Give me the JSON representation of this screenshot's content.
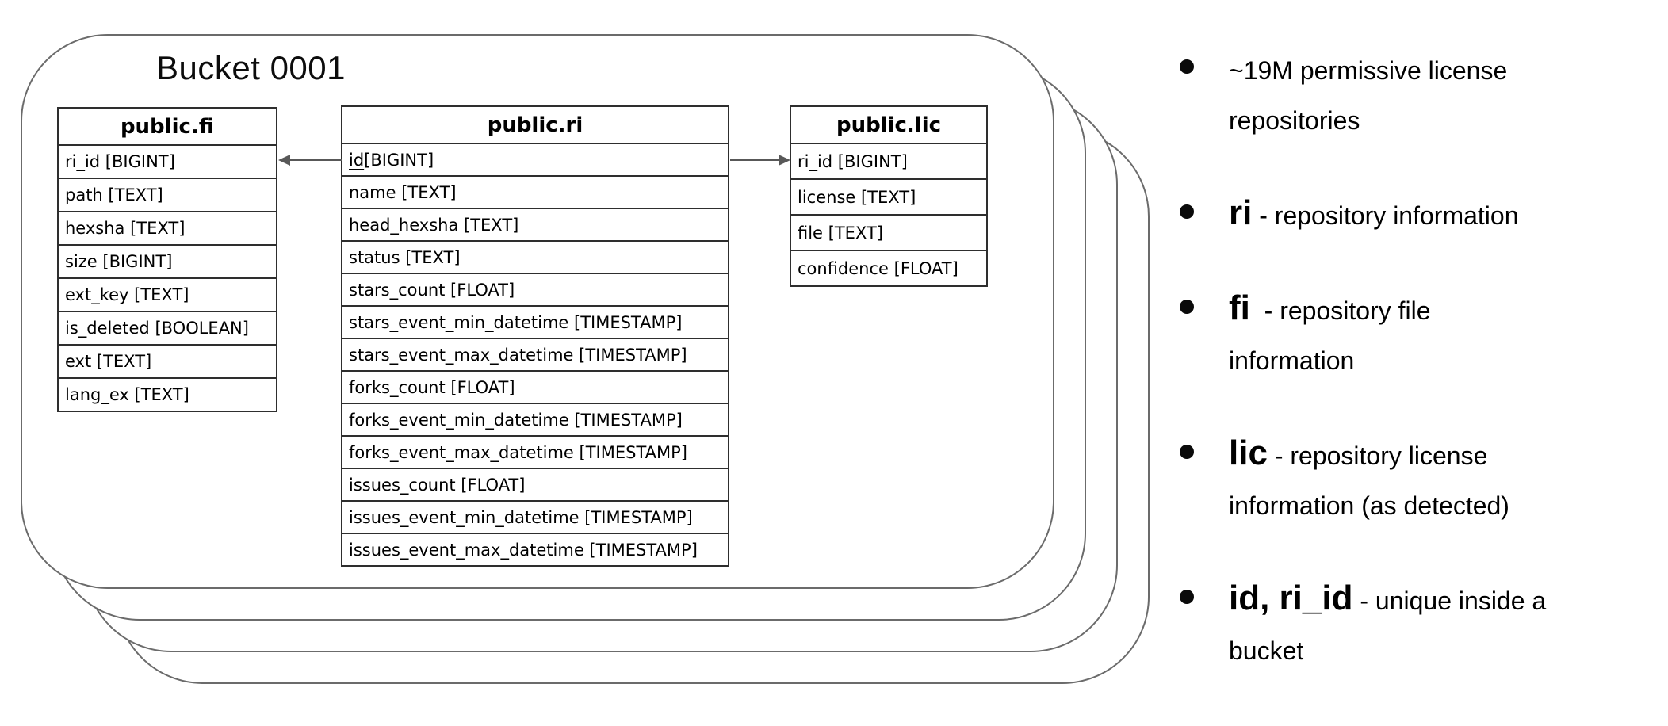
{
  "bucket": {
    "title": "Bucket 0001"
  },
  "tables": {
    "fi": {
      "header": "public.fi",
      "rows": [
        "ri_id [BIGINT]",
        "path [TEXT]",
        "hexsha [TEXT]",
        "size [BIGINT]",
        "ext_key [TEXT]",
        "is_deleted [BOOLEAN]",
        "ext [TEXT]",
        "lang_ex [TEXT]"
      ]
    },
    "ri": {
      "header": "public.ri",
      "pk_key": "id",
      "pk_rest": " [BIGINT]",
      "rows": [
        "name [TEXT]",
        "head_hexsha [TEXT]",
        "status [TEXT]",
        "stars_count [FLOAT]",
        "stars_event_min_datetime [TIMESTAMP]",
        "stars_event_max_datetime [TIMESTAMP]",
        "forks_count [FLOAT]",
        "forks_event_min_datetime [TIMESTAMP]",
        "forks_event_max_datetime [TIMESTAMP]",
        "issues_count [FLOAT]",
        "issues_event_min_datetime [TIMESTAMP]",
        "issues_event_max_datetime [TIMESTAMP]"
      ]
    },
    "lic": {
      "header": "public.lic",
      "rows": [
        "ri_id [BIGINT]",
        "license [TEXT]",
        "file [TEXT]",
        "confidence [FLOAT]"
      ]
    }
  },
  "relations": [
    {
      "from": "public.ri.id",
      "to": "public.fi.ri_id"
    },
    {
      "from": "public.ri.id",
      "to": "public.lic.ri_id"
    }
  ],
  "notes": [
    {
      "term": "",
      "text": "~19M permissive license\nrepositories"
    },
    {
      "term": "ri",
      "text": " - repository information"
    },
    {
      "term": "fi",
      "text": "  - repository file\ninformation"
    },
    {
      "term": "lic",
      "text": " - repository license\ninformation (as detected)"
    },
    {
      "term": "id, ri_id",
      "text": " - unique inside a\nbucket"
    }
  ],
  "colors": {
    "card_border": "#6b6b6b",
    "table_border": "#2e2e2e",
    "arrow": "#585858",
    "text": "#000000",
    "background": "#ffffff"
  }
}
